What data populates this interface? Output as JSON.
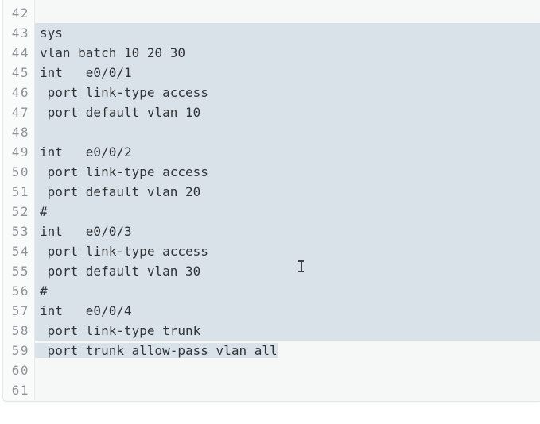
{
  "editor": {
    "colors": {
      "selection": "#d8e2e8",
      "area_bg": "#f6f7f7",
      "gutter_bg": "#f9fafa",
      "gutter_border": "#e9ebeb",
      "outer_border": "#e6e8e8",
      "line_number": "#8f9396",
      "text": "#2f3336"
    },
    "lines": [
      {
        "num": "",
        "text": "",
        "sel": "none"
      },
      {
        "num": "42",
        "text": "",
        "sel": "none"
      },
      {
        "num": "43",
        "text": "sys",
        "sel": "full"
      },
      {
        "num": "44",
        "text": "vlan batch 10 20 30",
        "sel": "full"
      },
      {
        "num": "45",
        "text": "int   e0/0/1",
        "sel": "full"
      },
      {
        "num": "46",
        "text": " port link-type access",
        "sel": "full"
      },
      {
        "num": "47",
        "text": " port default vlan 10",
        "sel": "full"
      },
      {
        "num": "48",
        "text": "",
        "sel": "full"
      },
      {
        "num": "49",
        "text": "int   e0/0/2",
        "sel": "full"
      },
      {
        "num": "50",
        "text": " port link-type access",
        "sel": "full"
      },
      {
        "num": "51",
        "text": " port default vlan 20",
        "sel": "full"
      },
      {
        "num": "52",
        "text": "#",
        "sel": "full"
      },
      {
        "num": "53",
        "text": "int   e0/0/3",
        "sel": "full"
      },
      {
        "num": "54",
        "text": " port link-type access",
        "sel": "full"
      },
      {
        "num": "55",
        "text": " port default vlan 30",
        "sel": "full"
      },
      {
        "num": "56",
        "text": "#",
        "sel": "full"
      },
      {
        "num": "57",
        "text": "int   e0/0/4",
        "sel": "full"
      },
      {
        "num": "58",
        "text": " port link-type trunk",
        "sel": "full"
      },
      {
        "num": "59",
        "text": " port trunk allow-pass vlan all",
        "sel": "text"
      },
      {
        "num": "60",
        "text": "",
        "sel": "none"
      },
      {
        "num": "61",
        "text": "",
        "sel": "none"
      }
    ]
  },
  "cursor": {
    "icon": "text-ibeam-cursor"
  }
}
